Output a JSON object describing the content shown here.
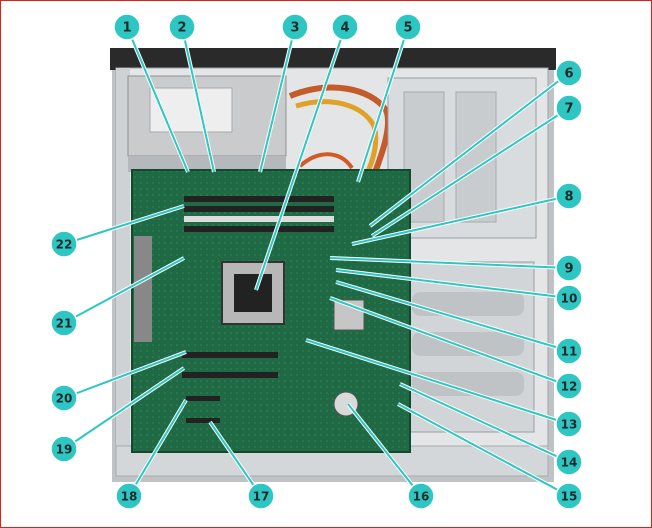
{
  "diagram": {
    "callout_color": "#2ec6c2",
    "callouts": [
      {
        "id": "1",
        "label": "1"
      },
      {
        "id": "2",
        "label": "2"
      },
      {
        "id": "3",
        "label": "3"
      },
      {
        "id": "4",
        "label": "4"
      },
      {
        "id": "5",
        "label": "5"
      },
      {
        "id": "6",
        "label": "6"
      },
      {
        "id": "7",
        "label": "7"
      },
      {
        "id": "8",
        "label": "8"
      },
      {
        "id": "9",
        "label": "9"
      },
      {
        "id": "10",
        "label": "10"
      },
      {
        "id": "11",
        "label": "11"
      },
      {
        "id": "12",
        "label": "12"
      },
      {
        "id": "13",
        "label": "13"
      },
      {
        "id": "14",
        "label": "14"
      },
      {
        "id": "15",
        "label": "15"
      },
      {
        "id": "16",
        "label": "16"
      },
      {
        "id": "17",
        "label": "17"
      },
      {
        "id": "18",
        "label": "18"
      },
      {
        "id": "19",
        "label": "19"
      },
      {
        "id": "20",
        "label": "20"
      },
      {
        "id": "21",
        "label": "21"
      },
      {
        "id": "22",
        "label": "22"
      }
    ]
  }
}
